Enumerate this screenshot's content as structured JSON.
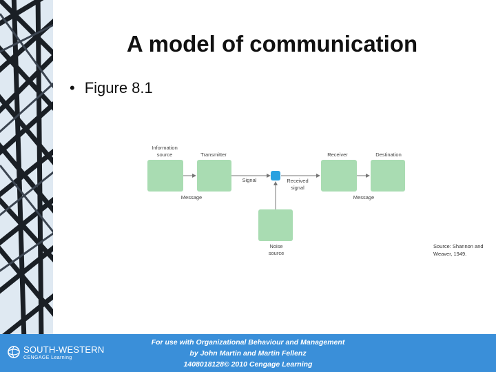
{
  "slide": {
    "title": "A model of communication",
    "bullet": "Figure 8.1"
  },
  "diagram": {
    "nodes": {
      "information_source": [
        "Information",
        "source"
      ],
      "transmitter": "Transmitter",
      "receiver": "Receiver",
      "destination": "Destination",
      "noise_source": [
        "Noise",
        "source"
      ]
    },
    "labels": {
      "signal": "Signal",
      "received_signal": [
        "Received",
        "signal"
      ],
      "message_left": "Message",
      "message_right": "Message"
    },
    "colors": {
      "node_fill": "#a9dcb2",
      "junction_fill": "#2aa1e0",
      "arrow": "#777777"
    }
  },
  "source_note": {
    "line1": "Source: Shannon and",
    "line2": "Weaver, 1949."
  },
  "footer": {
    "brand_line1": "SOUTH-WESTERN",
    "brand_line2": "CENGAGE Learning",
    "credit_line1": "For use with Organizational Behaviour and Management",
    "credit_line2": "by John Martin and Martin Fellenz",
    "credit_line3": "1408018128© 2010 Cengage Learning",
    "background": "#3a8fd9"
  }
}
